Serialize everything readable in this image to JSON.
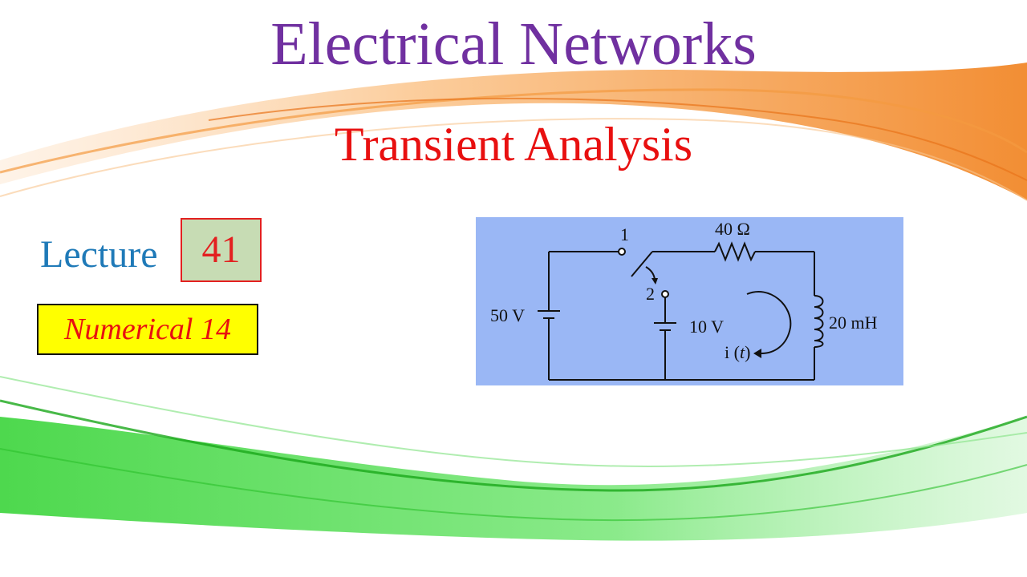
{
  "header": {
    "title": "Electrical  Networks",
    "subtitle": "Transient Analysis"
  },
  "lecture": {
    "label": "Lecture",
    "number": "41"
  },
  "badge": {
    "text": "Numerical 14"
  },
  "circuit": {
    "switch_pos_1": "1",
    "switch_pos_2": "2",
    "resistor": "40 Ω",
    "source_left": "50 V",
    "source_middle": "10 V",
    "inductor": "20 mH",
    "current_i": "i (",
    "current_t": "t",
    "current_close": ")"
  },
  "colors": {
    "title": "#7030a0",
    "subtitle": "#e81010",
    "lecture_label": "#1f7ab8",
    "number_box_fill": "#c7dcb4",
    "badge_fill": "#ffff00",
    "circuit_bg": "#9ab7f5",
    "swoosh_orange": "#f58220",
    "swoosh_green": "#22c322"
  }
}
